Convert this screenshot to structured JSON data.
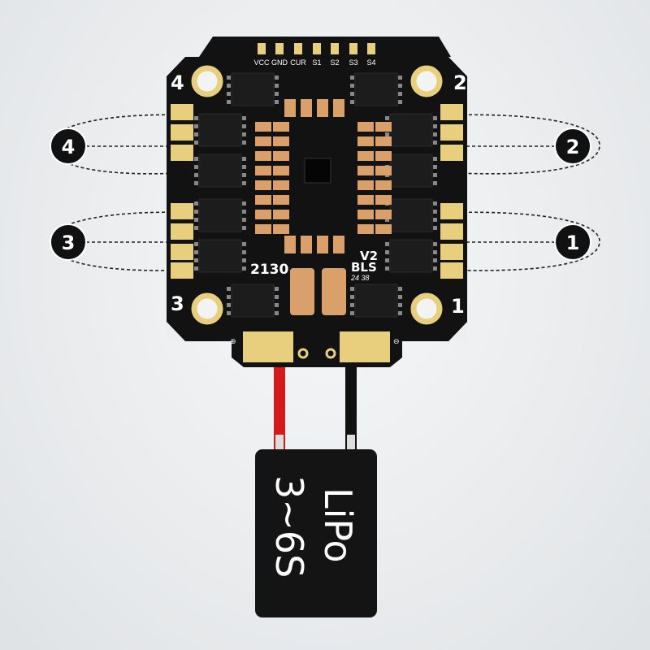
{
  "board": {
    "signal_pins": [
      "VCC",
      "GND",
      "CUR",
      "S1",
      "S2",
      "S3",
      "S4"
    ],
    "corner_labels": {
      "top_left": "4",
      "top_right": "2",
      "bottom_left": "3",
      "bottom_right": "1"
    },
    "model_text": "2130",
    "version_text": "V2",
    "firmware_text": "BLS",
    "date_code": "24 38",
    "power_pads": {
      "positive": "⊕",
      "negative": "⊖"
    }
  },
  "motor_callouts": [
    {
      "label": "4",
      "side": "left"
    },
    {
      "label": "3",
      "side": "left"
    },
    {
      "label": "2",
      "side": "right"
    },
    {
      "label": "1",
      "side": "right"
    }
  ],
  "battery": {
    "type_label": "LiPo",
    "cell_range": "3~6S"
  },
  "colors": {
    "pcb": "#111111",
    "gold": "#e8cf7e",
    "capacitor": "#d9a06c",
    "red_wire": "#d61a1a",
    "black_wire": "#111111"
  }
}
